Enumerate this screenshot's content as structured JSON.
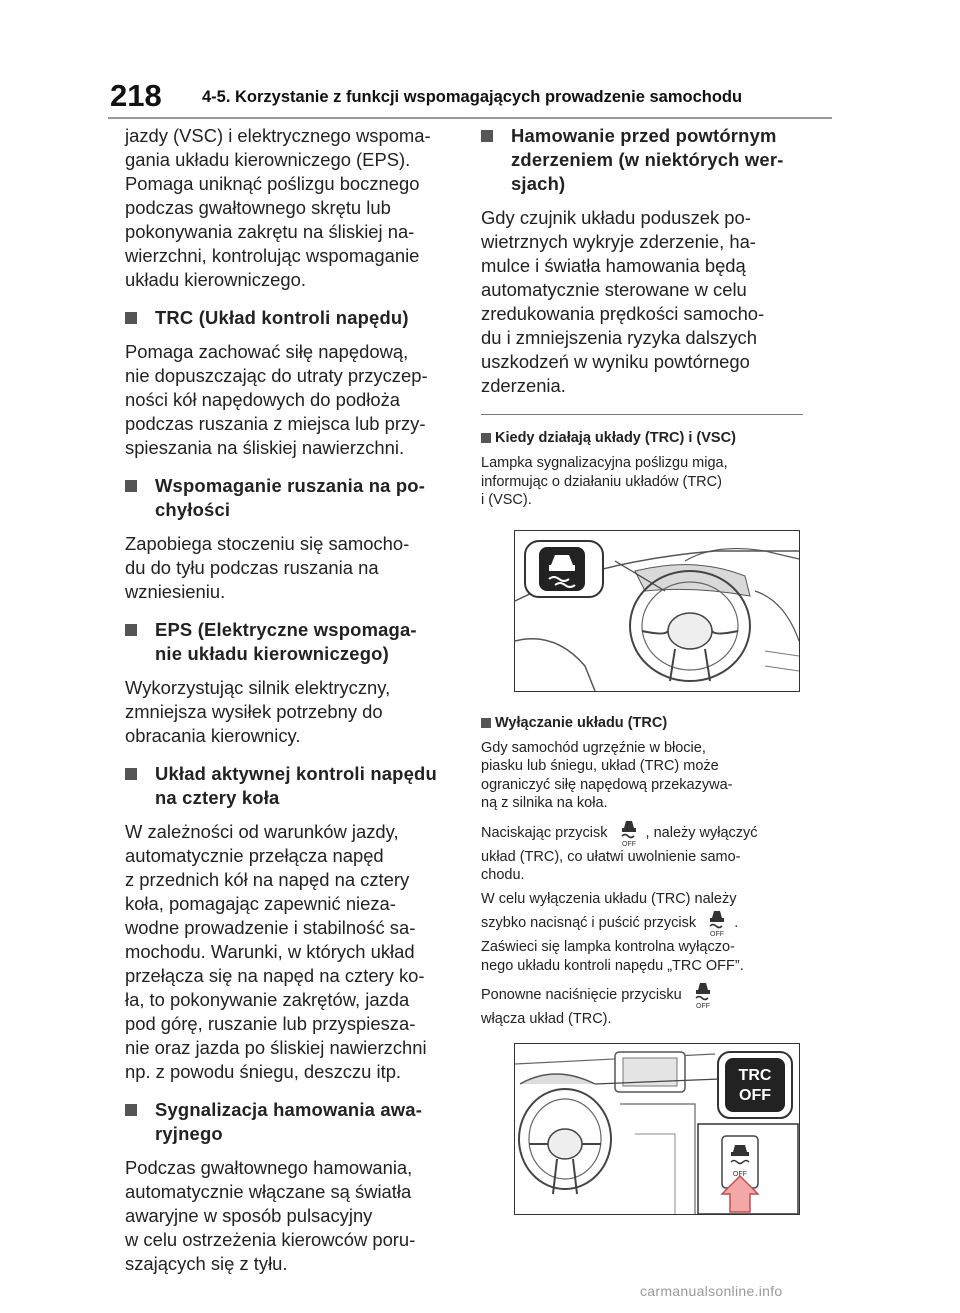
{
  "header": {
    "page_number": "218",
    "title": "4-5. Korzystanie z funkcji wspomagających prowadzenie samochodu"
  },
  "left": {
    "intro": [
      "jazdy (VSC) i elektrycznego wspoma-",
      "gania układu kierowniczego (EPS).",
      "Pomaga uniknąć poślizgu bocznego",
      "podczas gwałtownego skrętu lub",
      "pokonywania zakrętu na śliskiej na-",
      "wierzchni, kontrolując wspomaganie",
      "układu kierowniczego."
    ],
    "sections": [
      {
        "title": [
          "TRC (Układ kontroli napędu)"
        ],
        "body": [
          "Pomaga zachować siłę napędową,",
          "nie dopuszczając do utraty przyczep-",
          "ności kół napędowych do podłoża",
          "podczas ruszania z miejsca lub przy-",
          "spieszania na śliskiej nawierzchni."
        ]
      },
      {
        "title": [
          "Wspomaganie ruszania na po-",
          "chyłości"
        ],
        "body": [
          "Zapobiega stoczeniu się samocho-",
          "du do tyłu podczas ruszania na",
          "wzniesieniu."
        ]
      },
      {
        "title": [
          "EPS (Elektryczne wspomaga-",
          "nie układu kierowniczego)"
        ],
        "body": [
          "Wykorzystując silnik elektryczny,",
          "zmniejsza wysiłek potrzebny do",
          "obracania kierownicy."
        ]
      },
      {
        "title": [
          "Układ aktywnej kontroli napędu",
          "na cztery koła"
        ],
        "body": [
          "W zależności od warunków jazdy,",
          "automatycznie przełącza napęd",
          "z przednich kół na napęd na cztery",
          "koła, pomagając zapewnić nieza-",
          "wodne prowadzenie i stabilność sa-",
          "mochodu. Warunki, w których układ",
          "przełącza się na napęd na cztery ko-",
          "ła, to pokonywanie zakrętów, jazda",
          "pod górę, ruszanie lub przyspiesza-",
          "nie oraz jazda po śliskiej nawierzchni",
          "np. z powodu śniegu, deszczu itp."
        ]
      },
      {
        "title": [
          "Sygnalizacja hamowania awa-",
          "ryjnego"
        ],
        "body": [
          "Podczas gwałtownego hamowania,",
          "automatycznie włączane są światła",
          "awaryjne w sposób pulsacyjny",
          "w celu ostrzeżenia kierowców poru-",
          "szających się z tyłu."
        ]
      }
    ]
  },
  "right": {
    "section": {
      "title": [
        "Hamowanie przed powtórnym",
        "zderzeniem (w niektórych wer-",
        "sjach)"
      ],
      "body": [
        "Gdy czujnik układu poduszek po-",
        "wietrznych wykryje zderzenie, ha-",
        "mulce i światła hamowania będą",
        "automatycznie sterowane w celu",
        "zredukowania prędkości samocho-",
        "du i zmniejszenia ryzyka dalszych",
        "uszkodzeń w wyniku powtórnego",
        "zderzenia."
      ]
    },
    "note1": {
      "title": "Kiedy działają układy (TRC) i (VSC)",
      "body": [
        "Lampka sygnalizacyjna poślizgu miga,",
        "informując o działaniu układów (TRC)",
        "i (VSC)."
      ]
    },
    "note2": {
      "title": "Wyłączanie układu (TRC)",
      "body": [
        "Gdy samochód ugrzęźnie w błocie,",
        "piasku lub śniegu, układ (TRC) może",
        "ograniczyć siłę napędową przekazywa-",
        "ną z silnika na koła."
      ],
      "p2_before": "Naciskając przycisk",
      "p2_after": ", należy wyłączyć",
      "p2_rest": [
        "układ (TRC), co ułatwi uwolnienie samo-",
        "chodu."
      ],
      "p3_line1": "W celu wyłączenia układu (TRC) należy",
      "p3_before": "szybko nacisnąć i puścić przycisk",
      "p3_after": ".",
      "p3_rest": [
        "Zaświeci się lampka kontrolna wyłączo-",
        "nego układu kontroli napędu „TRC OFF”."
      ],
      "p4_before": "Ponowne naciśnięcie przycisku",
      "p4_rest": "włącza układ (TRC)."
    },
    "icon_label": "OFF",
    "fig2_label": [
      "TRC",
      "OFF"
    ]
  },
  "footer": {
    "watermark": "carmanualsonline.info"
  }
}
